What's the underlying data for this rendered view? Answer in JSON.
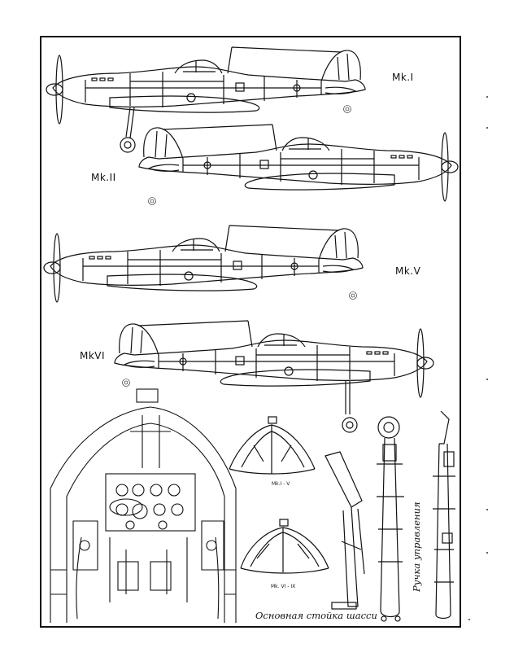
{
  "labels": {
    "mk1": "Mk.I",
    "mk2": "Mk.II",
    "mk5": "Mk.V",
    "mk6": "MkVI",
    "canopy_a": "Mk.I - V",
    "canopy_b": "Mk. VI - IX",
    "main_gear": "Основная стойка шасси",
    "control_stick": "Ручка управления"
  }
}
